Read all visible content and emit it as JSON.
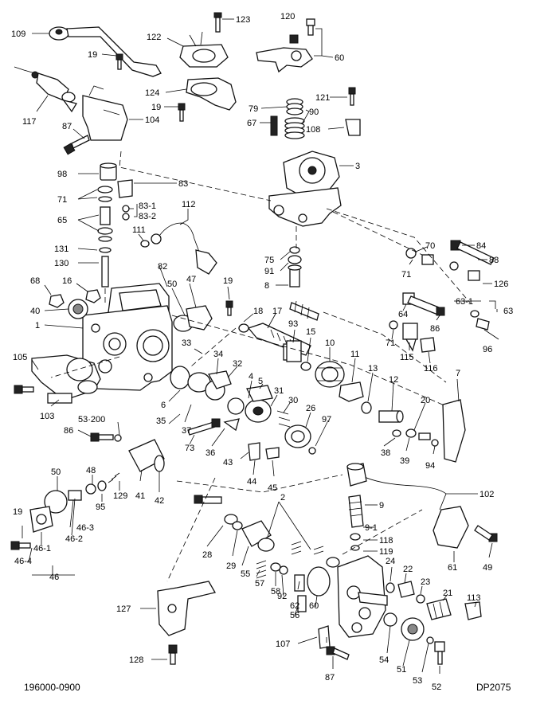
{
  "drawing_number": "196000-0900",
  "figure_code": "DP2075",
  "labels": [
    "109",
    "123",
    "120",
    "19",
    "122",
    "60",
    "117",
    "124",
    "19",
    "121",
    "79",
    "90",
    "87",
    "104",
    "67",
    "108",
    "98",
    "3",
    "71",
    "83",
    "65",
    "83-1",
    "83-2",
    "112",
    "131",
    "111",
    "70",
    "84",
    "130",
    "75",
    "88",
    "82",
    "91",
    "71",
    "126",
    "68",
    "16",
    "50",
    "47",
    "19",
    "8",
    "63-1",
    "40",
    "18",
    "17",
    "63",
    "1",
    "64",
    "93",
    "15",
    "86",
    "105",
    "33",
    "34",
    "32",
    "10",
    "11",
    "71",
    "96",
    "115",
    "116",
    "7",
    "13",
    "12",
    "20",
    "4",
    "5",
    "31",
    "30",
    "26",
    "97",
    "103",
    "53·200",
    "6",
    "35",
    "37",
    "38",
    "39",
    "94",
    "73",
    "36",
    "86",
    "43",
    "44",
    "45",
    "102",
    "48",
    "50",
    "41",
    "42",
    "2",
    "9",
    "95",
    "129",
    "9-1",
    "19",
    "46-3",
    "118",
    "46-1",
    "46-2",
    "119",
    "61",
    "28",
    "29",
    "55",
    "24",
    "22",
    "49",
    "46-4",
    "57",
    "58",
    "62",
    "23",
    "21",
    "46",
    "92",
    "60",
    "113",
    "56",
    "127",
    "107",
    "54",
    "51",
    "53",
    "128",
    "87",
    "52"
  ]
}
